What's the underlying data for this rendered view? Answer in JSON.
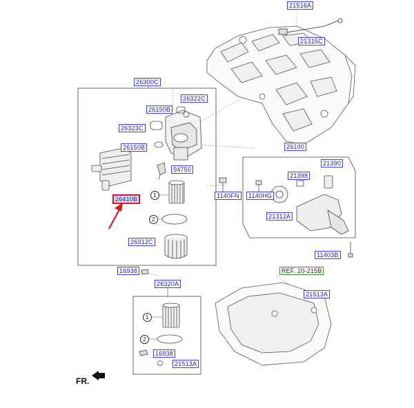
{
  "labels": {
    "p21516A": "21516A",
    "p21315C": "21315C",
    "p26300C": "26300C",
    "p26322C": "26322C",
    "p26150B_top": "26150B",
    "p26323C": "26323C",
    "p26150B_mid": "26150B",
    "p26100": "26100",
    "p21390": "21390",
    "p94750": "94750",
    "p21398": "21398",
    "p26410B": "26410B",
    "p1140FN": "1140FN",
    "p1140HG": "1140HG",
    "p21312A": "21312A",
    "p26312C": "26312C",
    "p11403B": "11403B",
    "p16938_a": "16938",
    "ref": "REF. 20-215B",
    "p26320A": "26320A",
    "p21513A_right": "21513A",
    "p16938_b": "16938",
    "p21513A_bottom": "21513A"
  },
  "callouts": {
    "c1_upper": "1",
    "c2_upper": "2",
    "c1_lower": "1",
    "c2_lower": "2"
  },
  "orientation": {
    "fr_label": "FR."
  },
  "colors": {
    "label_border": "#3d3dff",
    "highlight_border": "#e0131b",
    "arrow": "#e0131b",
    "ref_border": "#2a9a2a"
  }
}
